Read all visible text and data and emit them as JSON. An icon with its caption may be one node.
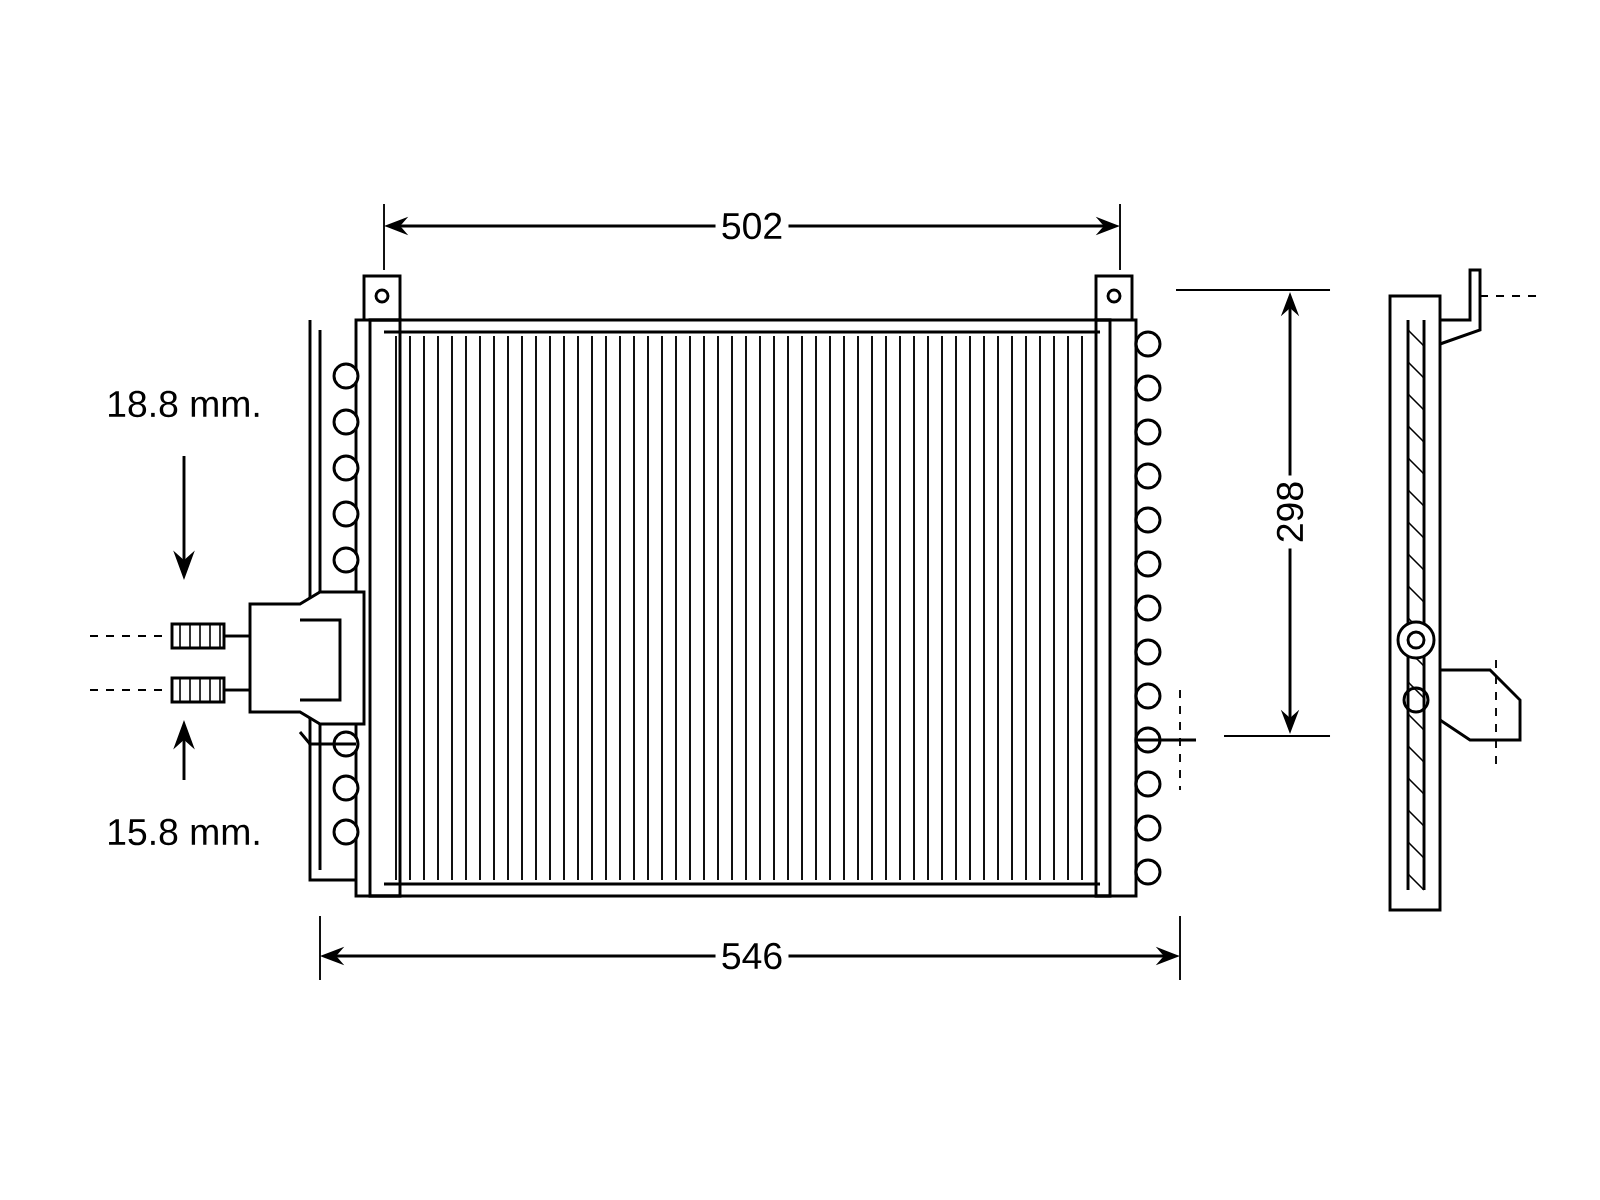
{
  "diagram": {
    "nodes": [
      {
        "text": [
          "18.8 mm."
        ]
      },
      {
        "text": [
          "15.8 mm."
        ]
      }
    ],
    "edges": [
      {
        "from": 0,
        "to": null,
        "arrow": "to"
      },
      {
        "from": 1,
        "to": null,
        "arrow": "to"
      }
    ],
    "labels": [
      "502",
      "298",
      "546"
    ]
  }
}
